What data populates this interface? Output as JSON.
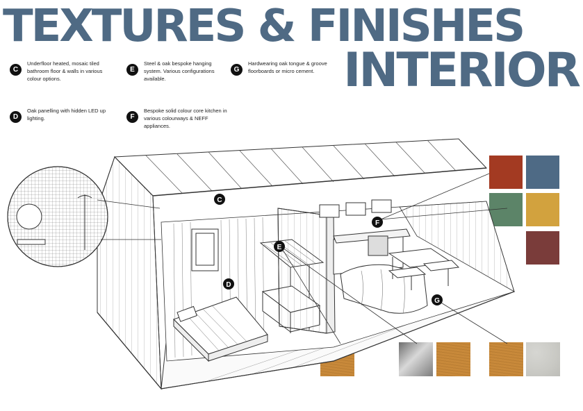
{
  "title": {
    "line1": "TEXTURES & FINISHES",
    "line2": "INTERIOR"
  },
  "notes": [
    {
      "letter": "C",
      "text": "Underfloor heated, mosaic tiled bathroom floor & walls in various colour options."
    },
    {
      "letter": "E",
      "text": "Steel & oak bespoke hanging system. Various configurations available."
    },
    {
      "letter": "G",
      "text": "Hardwearing oak tongue & groove floorboards or micro cement."
    },
    {
      "letter": "D",
      "text": "Oak panelling with hidden LED up lighting."
    },
    {
      "letter": "F",
      "text": "Bespoke solid colour core kitchen in various colourways & NEFF appliances."
    }
  ],
  "markers": [
    "C",
    "D",
    "E",
    "F",
    "G"
  ],
  "colors": {
    "title": "#4f6a84",
    "rust": "#a33a22",
    "slate_blue": "#4e6a85",
    "sage_green": "#5c8468",
    "mustard": "#d2a23e",
    "burgundy": "#7a3c3a",
    "oak": "#c8893a",
    "steel": "#9a9a9a",
    "micro_cement": "#c9c9c4"
  },
  "swatches": [
    {
      "name": "rust",
      "color": "#a33a22"
    },
    {
      "name": "slate-blue",
      "color": "#4e6a85"
    },
    {
      "name": "sage-green",
      "color": "#5c8468"
    },
    {
      "name": "mustard",
      "color": "#d2a23e"
    },
    {
      "name": "burgundy",
      "color": "#7a3c3a"
    },
    {
      "name": "oak-wall",
      "color": "#c8893a"
    },
    {
      "name": "brushed-steel",
      "color": "#9a9a9a"
    },
    {
      "name": "oak-hanging",
      "color": "#c8893a"
    },
    {
      "name": "oak-floor",
      "color": "#c8893a"
    },
    {
      "name": "micro-cement",
      "color": "#c9c9c4"
    }
  ]
}
